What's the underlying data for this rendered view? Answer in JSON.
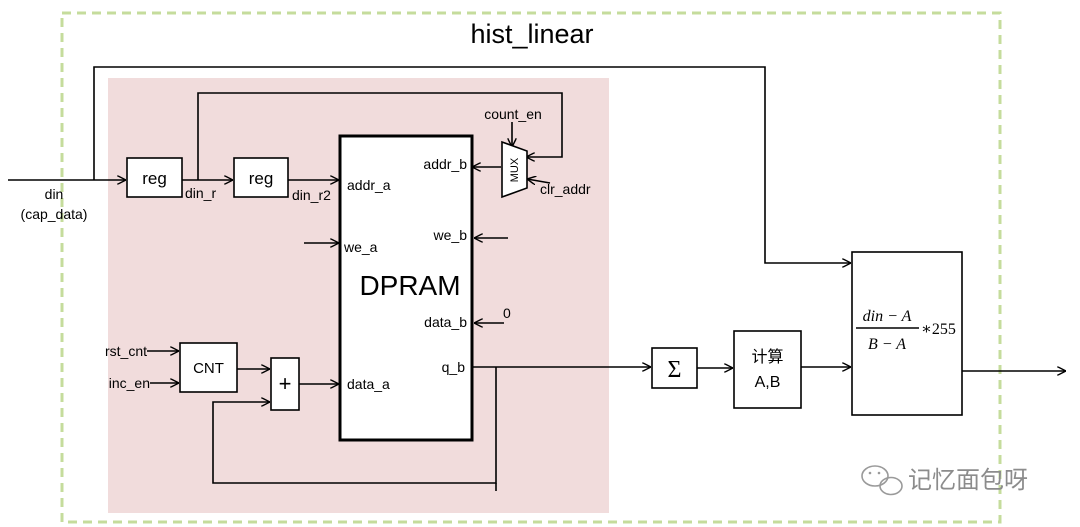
{
  "title": "hist_linear",
  "colors": {
    "outer_border": "#c5dc9c",
    "pink_region": "#f1dcdc",
    "stroke": "#000000"
  },
  "inputs": {
    "din_line1": "din",
    "din_line2": "(cap_data)",
    "rst_cnt": "rst_cnt",
    "inc_en": "inc_en",
    "count_en": "count_en",
    "clr_addr": "clr_addr",
    "zero": "0"
  },
  "blocks": {
    "reg1": "reg",
    "reg2": "reg",
    "cnt": "CNT",
    "adder": "+",
    "mux": "MUX",
    "dpram": "DPRAM",
    "sum": "Σ",
    "calc_line1": "计算",
    "calc_line2": "A,B"
  },
  "signals": {
    "din_r": "din_r",
    "din_r2": "din_r2"
  },
  "ports": {
    "addr_a": "addr_a",
    "we_a": "we_a",
    "data_a": "data_a",
    "addr_b": "addr_b",
    "we_b": "we_b",
    "data_b": "data_b",
    "q_b": "q_b"
  },
  "formula": {
    "numerator": "din − A",
    "denominator": "B − A",
    "multiplier": "∗255"
  },
  "watermark": {
    "icon": "wechat-icon",
    "text": "记忆面包呀"
  }
}
